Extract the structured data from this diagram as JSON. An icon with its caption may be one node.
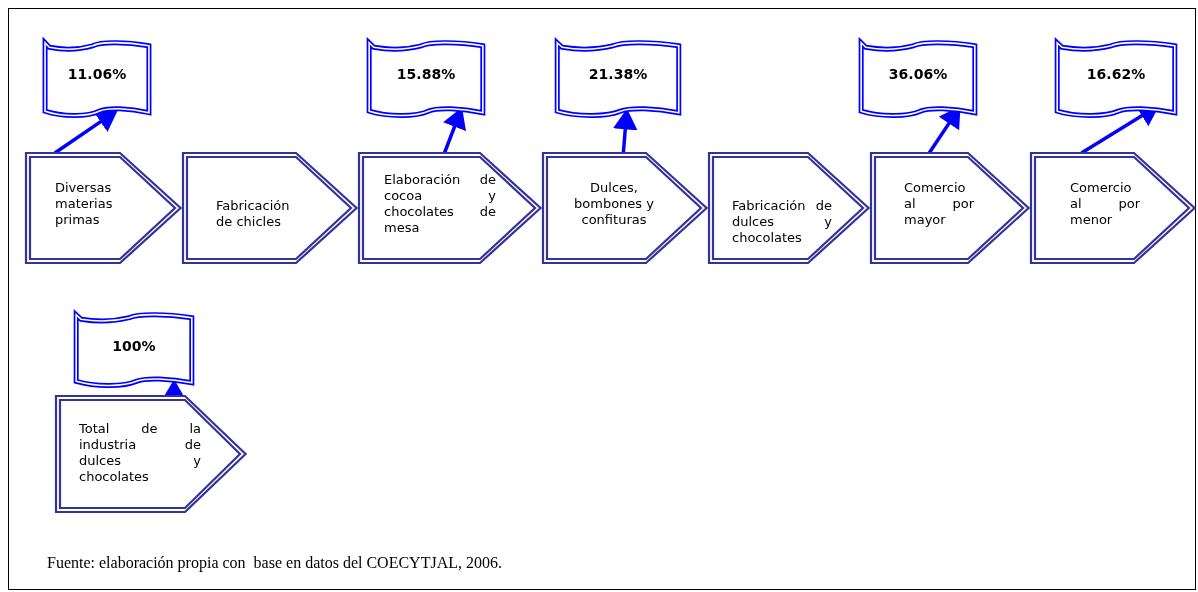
{
  "diagram": {
    "caption": "Fuente: elaboración propia con  base en datos del COECYTJAL, 2006.",
    "nodes": [
      {
        "text": [
          "11.06%"
        ]
      },
      {
        "text": [
          "15.88%"
        ]
      },
      {
        "text": [
          "21.38%"
        ]
      },
      {
        "text": [
          "36.06%"
        ]
      },
      {
        "text": [
          "16.62%"
        ]
      },
      {
        "text": [
          "Diversas materias primas"
        ]
      },
      {
        "text": [
          "Fabricación de chicles"
        ]
      },
      {
        "text": [
          "Elaboración de cocoa y chocolates de mesa"
        ]
      },
      {
        "text": [
          "Dulces, bombones y confituras"
        ]
      },
      {
        "text": [
          "Fabricación de dulces y chocolates"
        ]
      },
      {
        "text": [
          "Comercio al por mayor"
        ]
      },
      {
        "text": [
          "Comercio al por menor"
        ]
      },
      {
        "text": [
          "100%"
        ]
      },
      {
        "text": [
          "Total de la industria de dulces y chocolates"
        ]
      }
    ],
    "edges": [
      {
        "from": 5,
        "to": 0,
        "arrow": "to"
      },
      {
        "from": 7,
        "to": 1,
        "arrow": "to"
      },
      {
        "from": 8,
        "to": 2,
        "arrow": "to"
      },
      {
        "from": 10,
        "to": 3,
        "arrow": "to"
      },
      {
        "from": 11,
        "to": 4,
        "arrow": "to"
      },
      {
        "from": 13,
        "to": 12,
        "arrow": "to"
      }
    ]
  }
}
